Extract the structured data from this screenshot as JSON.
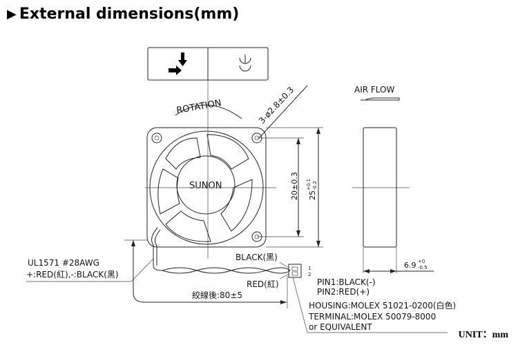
{
  "title": {
    "marker_icon": "right-triangle",
    "text": "External dimensions(mm)"
  },
  "symbol_box": {
    "left_icon": "airflow-direction-arrows",
    "right_icon": "ul-recognition-mark"
  },
  "labels": {
    "rotation": "ROTATION",
    "hole_spec": "3-ø2.8±0.3",
    "brand": "SUNON",
    "airflow": "AIR FLOW",
    "dim_hole_pitch": "20±0.3",
    "dim_frame_main": "25",
    "dim_frame_tol_plus": "+0.1",
    "dim_frame_tol_minus": "-0.2",
    "dim_depth_main": "6.9",
    "dim_depth_tol_plus": "+0",
    "dim_depth_tol_minus": "-0.5",
    "wire_spec_1": "UL1571  #28AWG",
    "wire_spec_2": "+:RED(紅),-:BLACK(黑)",
    "black_wire": "BLACK(黑)",
    "red_wire": "RED(紅)",
    "pin_num_1": "1",
    "pin_num_2": "2",
    "pin1": "PIN1:BLACK(-)",
    "pin2": "PIN2:RED(+)",
    "wire_length": "絞線後:80±5",
    "housing": "HOUSING:MOLEX  51021-0200(白色)",
    "terminal": "TERMINAL:MOLEX  50079-8000",
    "equivalent": "or  EQUIVALENT"
  },
  "unit": "UNIT：mm"
}
